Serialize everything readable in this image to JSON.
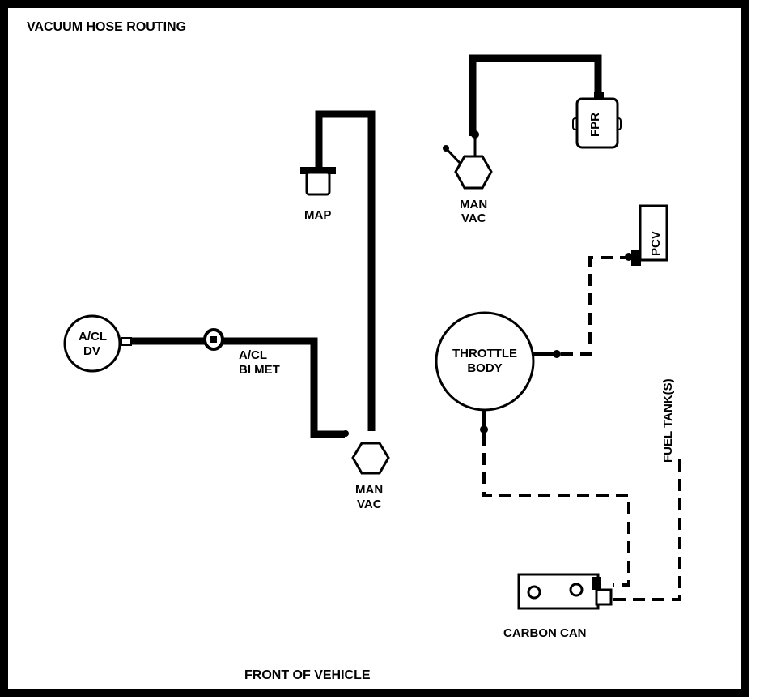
{
  "title": "VACUUM HOSE ROUTING",
  "footer": "FRONT OF VEHICLE",
  "labels": {
    "map": "MAP",
    "man_vac_top": [
      "MAN",
      "VAC"
    ],
    "man_vac_bottom": [
      "MAN",
      "VAC"
    ],
    "fpr": "FPR",
    "pcv": "PCV",
    "acl_dv": [
      "A/CL",
      "DV"
    ],
    "acl_bimet": [
      "A/CL",
      "BI MET"
    ],
    "throttle_body": [
      "THROTTLE",
      "BODY"
    ],
    "fuel_tank": "FUEL TANK(S)",
    "carbon_can": "CARBON CAN"
  }
}
